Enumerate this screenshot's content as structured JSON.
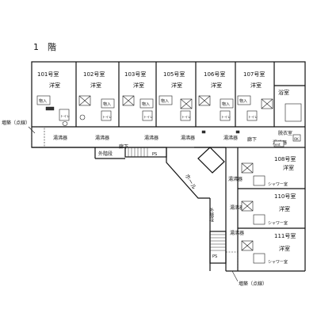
{
  "floor_title": "1　階",
  "rooms_top": [
    {
      "label": "101号室",
      "type": "洋室"
    },
    {
      "label": "102号室",
      "type": "洋室"
    },
    {
      "label": "103号室",
      "type": "洋室"
    },
    {
      "label": "105号室",
      "type": "洋室"
    },
    {
      "label": "106号室",
      "type": "洋室"
    },
    {
      "label": "107号室",
      "type": "洋室"
    }
  ],
  "rooms_right": [
    {
      "label": "108号室",
      "type": "洋室",
      "shower": "シャワー室"
    },
    {
      "label": "110号室",
      "type": "洋室",
      "shower": "シャワー室"
    },
    {
      "label": "111号室",
      "type": "洋室",
      "shower": "シャワー室"
    }
  ],
  "labels": {
    "storage": "物入",
    "toilet": "トイレ",
    "water_heater": "湯沸器",
    "corridor": "廊下",
    "bath": "浴室",
    "dressing": "脱衣室",
    "hall": "ホール",
    "outside_stairs": "外階段",
    "ps": "PS",
    "extension_left": "増築（点線）",
    "extension_bottom": "増築（点線）",
    "ent": "ent",
    "ok": "OK"
  }
}
